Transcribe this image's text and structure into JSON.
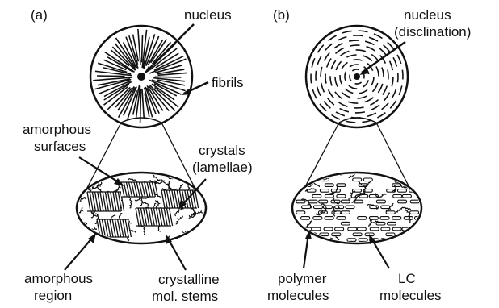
{
  "panel_a": {
    "tag": "(a)",
    "labels": {
      "nucleus": "nucleus",
      "fibrils": "fibrils",
      "amorphous_surfaces_1": "amorphous",
      "amorphous_surfaces_2": "surfaces",
      "crystals_1": "crystals",
      "crystals_2": "(lamellae)",
      "amorphous_region_1": "amorphous",
      "amorphous_region_2": "region",
      "crystalline_1": "crystalline",
      "crystalline_2": "mol. stems"
    }
  },
  "panel_b": {
    "tag": "(b)",
    "labels": {
      "nucleus_1": "nucleus",
      "nucleus_2": "(disclination)",
      "polymer_1": "polymer",
      "polymer_2": "molecules",
      "lc_1": "LC",
      "lc_2": "molecules"
    }
  },
  "colors": {
    "ink": "#111111",
    "background": "#ffffff"
  }
}
